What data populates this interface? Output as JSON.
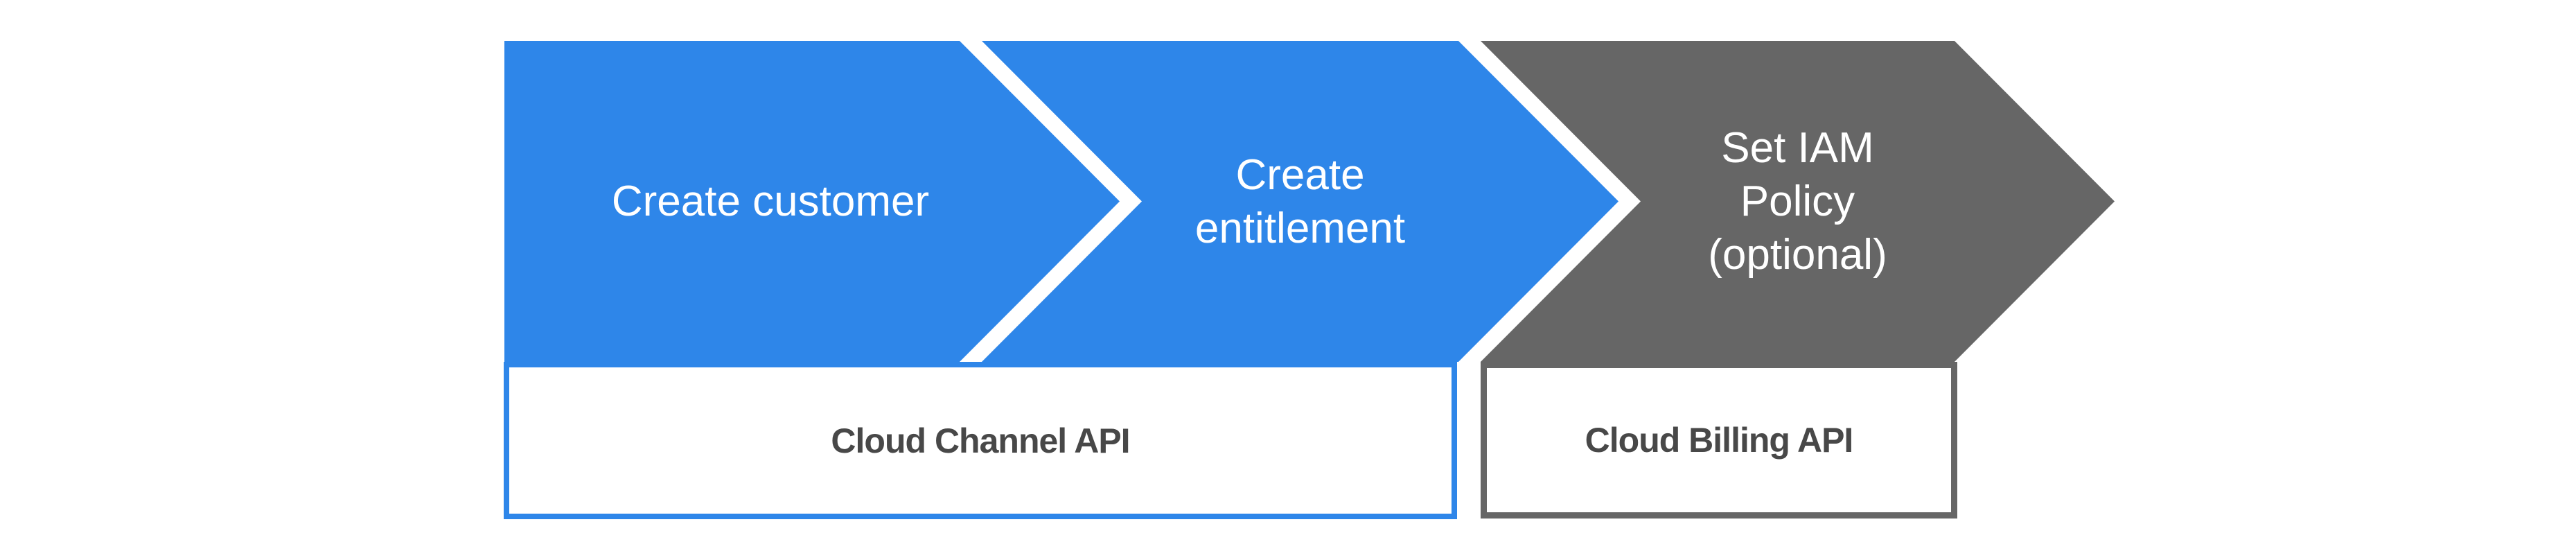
{
  "colors": {
    "background": "#ffffff",
    "arrow_blue": "#2e86e9",
    "arrow_gray": "#666666",
    "arrow_label_text": "#ffffff",
    "box_label_text": "#484848"
  },
  "steps": [
    {
      "label": "Create customer"
    },
    {
      "label": "Create entitlement"
    },
    {
      "label": "Set IAM Policy (optional)"
    }
  ],
  "api_boxes": [
    {
      "label": "Cloud Channel API"
    },
    {
      "label": "Cloud Billing API"
    }
  ]
}
